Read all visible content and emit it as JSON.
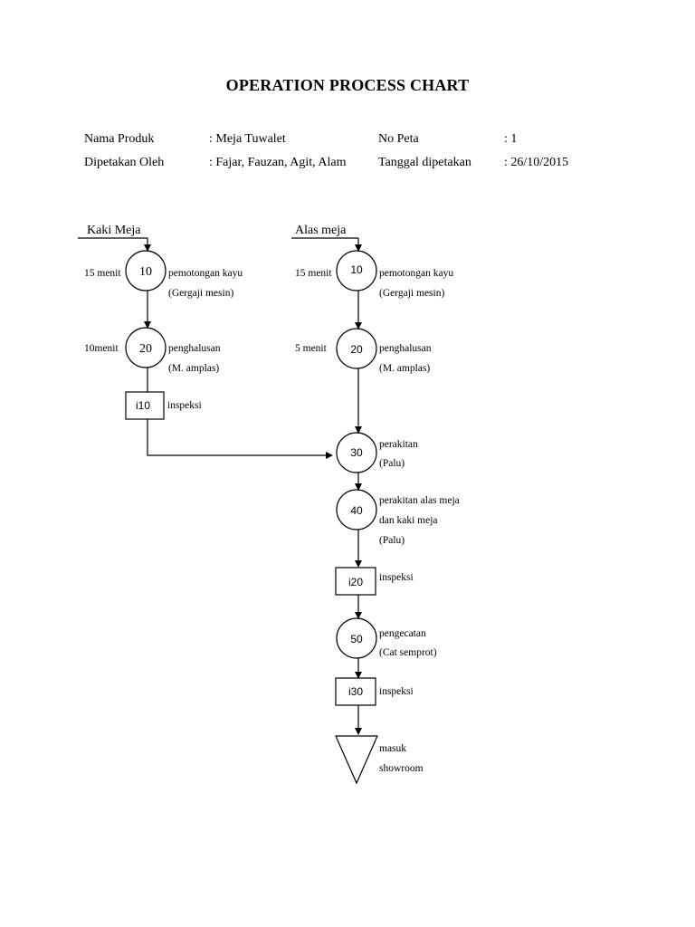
{
  "title": "OPERATION PROCESS CHART",
  "header": {
    "product_label": "Nama Produk",
    "product_value": ": Meja Tuwalet",
    "map_no_label": "No Peta",
    "map_no_value": ": 1",
    "mapped_by_label": "Dipetakan  Oleh",
    "mapped_by_value": ": Fajar, Fauzan,  Agit,  Alam",
    "date_label": "Tanggal  dipetakan",
    "date_value": ": 26/10/2015"
  },
  "lanes": {
    "left": "Kaki Meja",
    "right": "Alas meja"
  },
  "left_branch": {
    "op10": {
      "number": "10",
      "time": "15 menit",
      "desc": "pemotongan kayu",
      "tool": "(Gergaji  mesin)"
    },
    "op20": {
      "number": "20",
      "time": "10menit",
      "desc": "penghalusan",
      "tool": "(M. amplas)"
    },
    "i10": {
      "number": "i10",
      "desc": "inspeksi"
    }
  },
  "right_branch": {
    "op10": {
      "number": "10",
      "time": "15 menit",
      "desc": "pemotongan kayu",
      "tool": "(Gergaji  mesin)"
    },
    "op20": {
      "number": "20",
      "time": "5 menit",
      "desc": "penghalusan",
      "tool": "(M. amplas)"
    }
  },
  "main_flow": {
    "op30": {
      "number": "30",
      "desc": "perakitan",
      "tool": "(Palu)"
    },
    "op40": {
      "number": "40",
      "desc1": "perakitan alas meja",
      "desc2": "dan kaki meja",
      "tool": "(Palu)"
    },
    "i20": {
      "number": "i20",
      "desc": "inspeksi"
    },
    "op50": {
      "number": "50",
      "desc": "pengecatan",
      "tool": "(Cat semprot)"
    },
    "i30": {
      "number": "i30",
      "desc": "inspeksi"
    },
    "storage": {
      "desc1": "masuk",
      "desc2": "showroom"
    }
  }
}
